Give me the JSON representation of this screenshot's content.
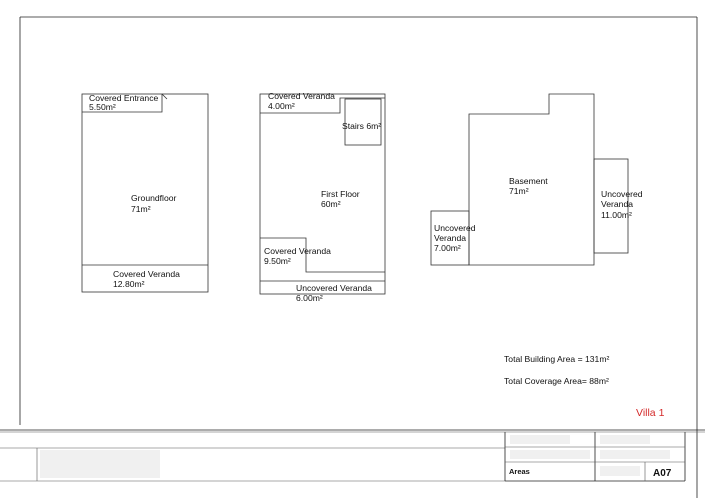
{
  "plans": {
    "groundfloor": {
      "covered_entrance": {
        "name": "Covered Entrance",
        "area": "5.50m²"
      },
      "main": {
        "name": "Groundfloor",
        "area": "71m²"
      },
      "covered_veranda": {
        "name": "Covered Veranda",
        "area": "12.80m²"
      }
    },
    "first_floor": {
      "covered_veranda_top": {
        "name": "Covered Veranda",
        "area": "4.00m²"
      },
      "stairs": {
        "label": "Stairs 6m²"
      },
      "main": {
        "name": "First Floor",
        "area": "60m²"
      },
      "covered_veranda_side": {
        "name": "Covered Veranda",
        "area": "9.50m²"
      },
      "uncovered_veranda": {
        "name": "Uncovered Veranda",
        "area": "6.00m²"
      }
    },
    "basement": {
      "main": {
        "name": "Basement",
        "area": "71m²"
      },
      "uncovered_veranda_left": {
        "line1": "Uncovered",
        "line2": "Veranda",
        "area": "7.00m²"
      },
      "uncovered_veranda_right": {
        "line1": "Uncovered",
        "line2": "Veranda",
        "area": "11.00m²"
      }
    }
  },
  "totals": {
    "building_area": "Total Building Area = 131m²",
    "coverage_area": "Total Coverage Area= 88m²"
  },
  "villa_label": "Villa 1",
  "title_block": {
    "sheet_name": "Areas",
    "sheet_number": "A07"
  }
}
